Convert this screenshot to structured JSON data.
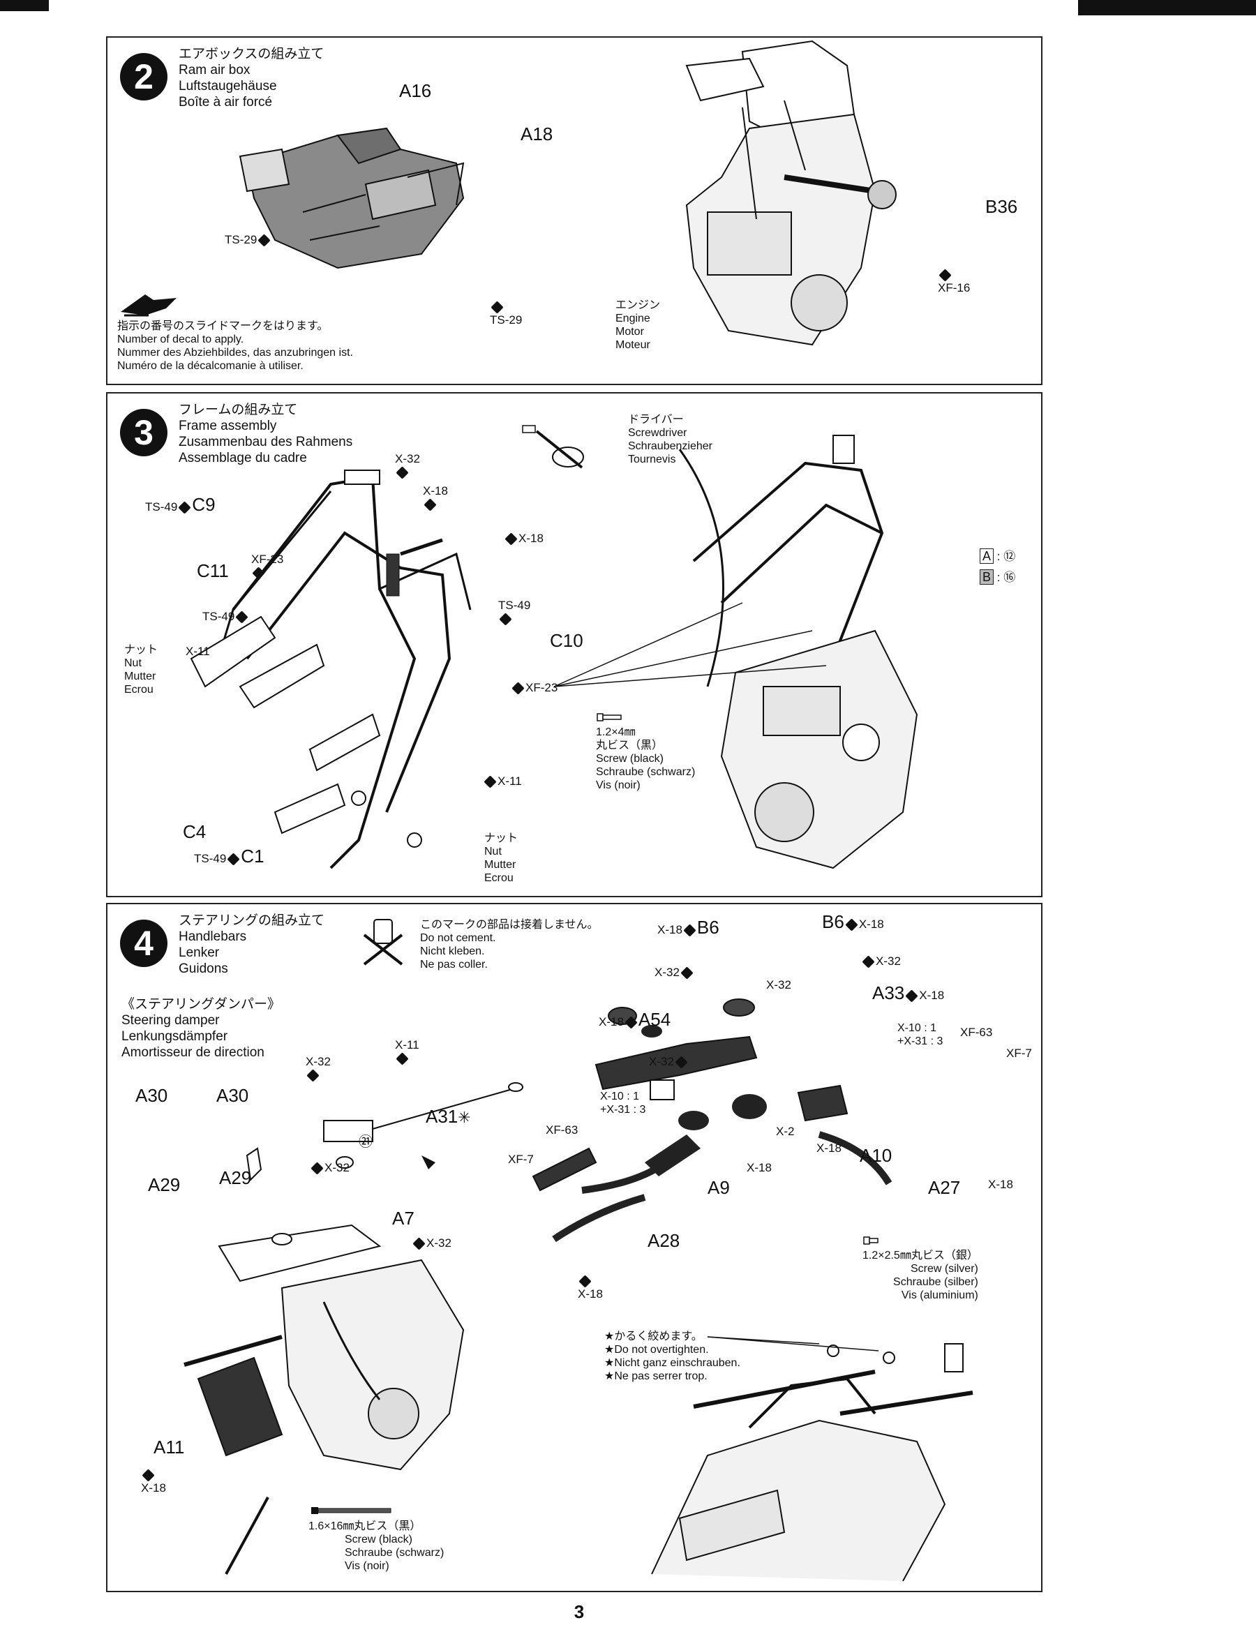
{
  "page_number": "3",
  "step2": {
    "number": "2",
    "title_ja": "エアボックスの組み立て",
    "title_en": "Ram air box",
    "title_de": "Luftstaugehäuse",
    "title_fr": "Boîte à air forcé",
    "parts": {
      "a16": "A16",
      "a18": "A18",
      "b36": "B36"
    },
    "paints": {
      "ts29_left": "TS-29",
      "ts29_right": "TS-29",
      "xf16": "XF-16"
    },
    "decal_note": {
      "ja": "指示の番号のスライドマークをはります。",
      "en": "Number of decal to apply.",
      "de": "Nummer des Abziehbildes, das anzubringen ist.",
      "fr": "Numéro de la décalcomanie à utiliser."
    },
    "engine": {
      "ja": "エンジン",
      "en": "Engine",
      "de": "Motor",
      "fr": "Moteur"
    }
  },
  "step3": {
    "number": "3",
    "title_ja": "フレームの組み立て",
    "title_en": "Frame assembly",
    "title_de": "Zusammenbau des Rahmens",
    "title_fr": "Assemblage du cadre",
    "screwdriver": {
      "ja": "ドライバー",
      "en": "Screwdriver",
      "de": "Schraubenzieher",
      "fr": "Tournevis"
    },
    "parts": {
      "c9": "C9",
      "c11": "C11",
      "c10": "C10",
      "c4": "C4",
      "c1": "C1"
    },
    "paints": {
      "x32": "X-32",
      "x18a": "X-18",
      "x18b": "X-18",
      "ts49_c9": "TS-49",
      "xf23a": "XF-23",
      "ts49_mid": "TS-49",
      "ts49_right": "TS-49",
      "x11a": "X-11",
      "xf23b": "XF-23",
      "x11b": "X-11",
      "ts49_c1": "TS-49"
    },
    "nut_left": {
      "ja": "ナット",
      "en": "Nut",
      "de": "Mutter",
      "fr": "Ecrou"
    },
    "nut_right": {
      "ja": "ナット",
      "en": "Nut",
      "de": "Mutter",
      "fr": "Ecrou"
    },
    "screw": {
      "size": "1.2×4㎜",
      "ja": "丸ビス（黒）",
      "en": "Screw (black)",
      "de": "Schraube (schwarz)",
      "fr": "Vis (noir)"
    },
    "decals": {
      "a_letter": "A",
      "a_num": "⑫",
      "b_letter": "B",
      "b_num": "⑯"
    }
  },
  "step4": {
    "number": "4",
    "title_ja": "ステアリングの組み立て",
    "title_en": "Handlebars",
    "title_de": "Lenker",
    "title_fr": "Guidons",
    "no_cement": {
      "ja": "このマークの部品は接着しません。",
      "en": "Do not cement.",
      "de": "Nicht kleben.",
      "fr": "Ne pas coller."
    },
    "damper": {
      "ja": "《ステアリングダンパー》",
      "en": "Steering damper",
      "de": "Lenkungsdämpfer",
      "fr": "Amortisseur de direction"
    },
    "parts": {
      "a30_left": "A30",
      "a29_left": "A29",
      "a30": "A30",
      "a29": "A29",
      "a31": "A31",
      "b6_left": "B6",
      "b6_right": "B6",
      "a54": "A54",
      "a33": "A33",
      "a9": "A9",
      "a10": "A10",
      "a27": "A27",
      "a28": "A28",
      "a7": "A7",
      "a11": "A11"
    },
    "paints": {
      "x11": "X-11",
      "x32_damper": "X-32",
      "x32_a29": "X-32",
      "x18_b6l": "X-18",
      "x32_b6l": "X-32",
      "x18_b6r": "X-18",
      "x32_b6r": "X-32",
      "x32_mid": "X-32",
      "x18_a33": "X-18",
      "x18_a54": "X-18",
      "x32_a54": "X-32",
      "mix_a": "X-10 : 1",
      "mix_b": "+X-31 : 3",
      "mix_c": "X-10 : 1",
      "mix_d": "+X-31 : 3",
      "xf63_right": "XF-63",
      "xf7_right": "XF-7",
      "x2": "X-2",
      "x18_a10": "X-18",
      "x18_a9": "X-18",
      "xf63_left": "XF-63",
      "xf7_left": "XF-7",
      "x18_lever": "X-18",
      "x18_a27": "X-18",
      "x32_a7": "X-32",
      "x18_a11": "X-18"
    },
    "decal21": "㉑",
    "screw_silver": {
      "size": "1.2×2.5㎜丸ビス（銀）",
      "en": "Screw (silver)",
      "de": "Schraube (silber)",
      "fr": "Vis (aluminium)"
    },
    "overtighten": {
      "ja": "★かるく絞めます。",
      "en": "★Do not overtighten.",
      "de": "★Nicht ganz einschrauben.",
      "fr": "★Ne pas serrer trop."
    },
    "screw_black": {
      "size": "1.6×16㎜丸ビス（黒）",
      "en": "Screw (black)",
      "de": "Schraube (schwarz)",
      "fr": "Vis (noir)"
    }
  }
}
